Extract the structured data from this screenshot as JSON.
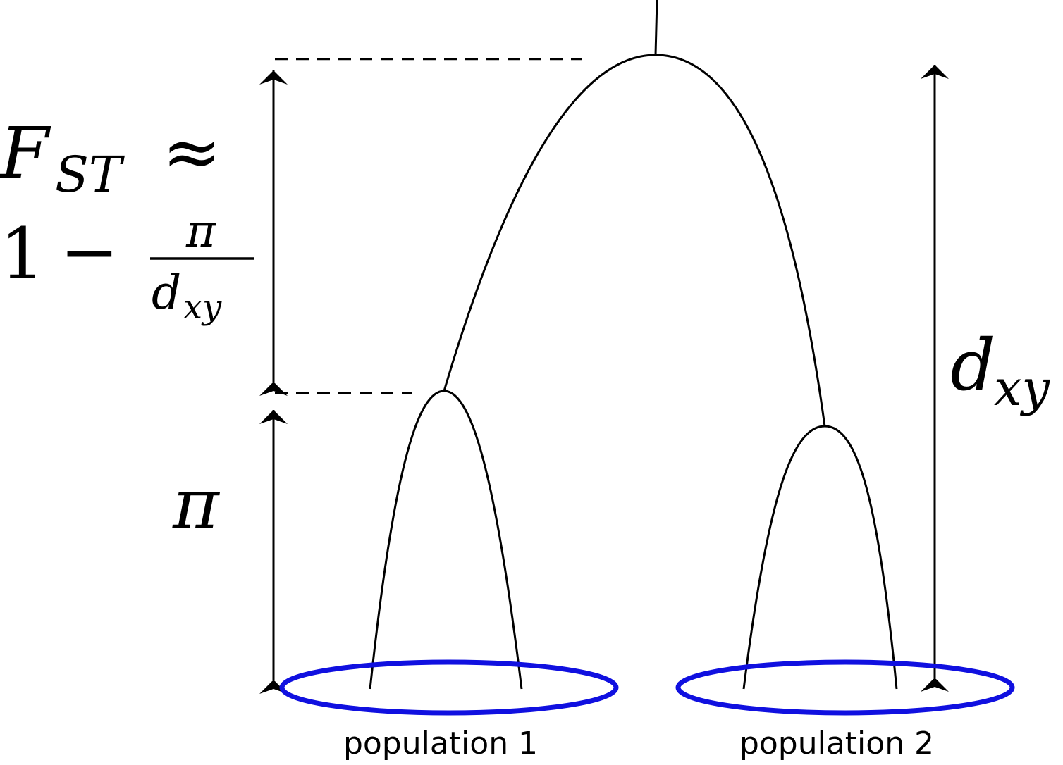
{
  "diagram": {
    "formula": {
      "lhs_symbol": "F",
      "lhs_subscript": "ST",
      "approx": "≈",
      "one": "1",
      "minus": "−",
      "numerator": "π",
      "denominator_symbol": "d",
      "denominator_subscript": "xy"
    },
    "pi_label": "π",
    "dxy_label": {
      "symbol": "d",
      "subscript": "xy"
    },
    "populations": [
      {
        "label": "population 1"
      },
      {
        "label": "population 2"
      }
    ],
    "colors": {
      "ellipse": "#1010e0",
      "lines": "#000000"
    }
  }
}
